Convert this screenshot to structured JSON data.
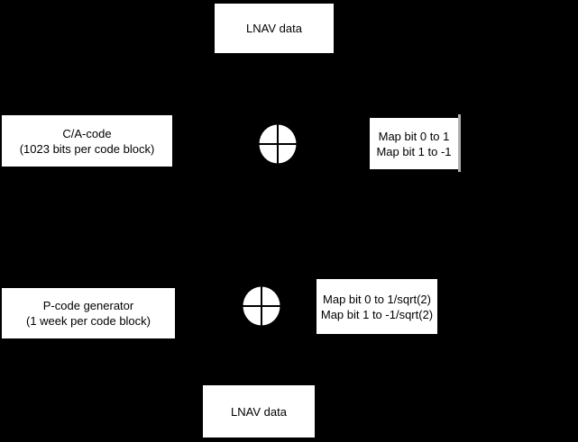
{
  "diagram": {
    "description": "GPS L1 signal generation block diagram: LNAV data combined with C/A-code and P-code through modulo-2 adders and bit-mapping stages",
    "colors": {
      "background": "#000000",
      "node_fill": "#ffffff",
      "node_text": "#000000",
      "operator_fill": "#ffffff",
      "operator_stroke": "#000000",
      "shadow_edge": "#b0b0b0"
    },
    "nodes": {
      "lnav_top": {
        "label": "LNAV data"
      },
      "ca_code": {
        "line1": "C/A-code",
        "line2": "(1023 bits per code block)"
      },
      "map_upper": {
        "line1": "Map bit 0 to 1",
        "line2": "Map bit 1 to -1"
      },
      "p_code": {
        "line1": "P-code generator",
        "line2": "(1 week per code block)"
      },
      "map_lower": {
        "line1": "Map bit 0 to 1/sqrt(2)",
        "line2": "Map bit 1 to -1/sqrt(2)"
      },
      "lnav_bottom": {
        "label": "LNAV data"
      }
    },
    "operators": {
      "upper": {
        "glyph": "circle-plus-adder"
      },
      "lower": {
        "glyph": "circle-plus-adder"
      }
    }
  }
}
